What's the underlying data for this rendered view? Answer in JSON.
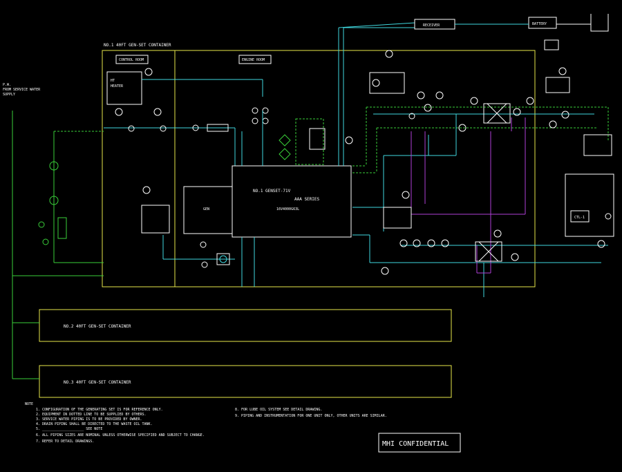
{
  "diagram": {
    "container_main_label": "NO.1 40FT GEN-SET CONTAINER",
    "container_2_label": "NO.2 40FT GEN-SET CONTAINER",
    "container_3_label": "NO.3 40FT GEN-SET CONTAINER",
    "control_room_label": "CONTROL ROOM",
    "engine_room_label": "ENGINE ROOM",
    "genset_label_line1": "NO.1   GENSET-71V",
    "genset_label_line2": "AAA SERIES",
    "genset_label_line3": "16V4000G63L",
    "top_box_1_label": "RECEIVER",
    "top_box_2_label": "BATTERY",
    "ems_label": "CTL-1",
    "confidential": "MHI CONFIDENTIAL"
  },
  "notes": {
    "heading": "NOTE",
    "left": [
      "1. CONFIGURATION OF THE GENERATING SET IS FOR REFERENCE ONLY.",
      "2. EQUIPMENT IN DOTTED LINE TO BE SUPPLIED BY OTHERS.",
      "3. SERVICE WATER PIPING IS TO BE PROVIDED BY OWNER.",
      "4. DRAIN PIPING SHALL BE DIRECTED TO THE WASTE OIL TANK.",
      "5. ____________________ SEE NOTE",
      "6. ALL PIPING SIZES ARE NOMINAL UNLESS OTHERWISE SPECIFIED AND SUBJECT TO CHANGE.",
      "7. REFER TO DETAIL DRAWINGS."
    ],
    "right": [
      "8. FOR LUBE OIL SYSTEM SEE DETAIL DRAWING.",
      "9. PIPING AND INSTRUMENTATION FOR ONE UNIT ONLY, OTHER UNITS ARE SIMILAR."
    ]
  },
  "colors": {
    "yellow": "#e8e84a",
    "green": "#3ad13a",
    "cyan": "#3fd9e0",
    "white": "#ffffff",
    "magenta": "#b040d8"
  }
}
